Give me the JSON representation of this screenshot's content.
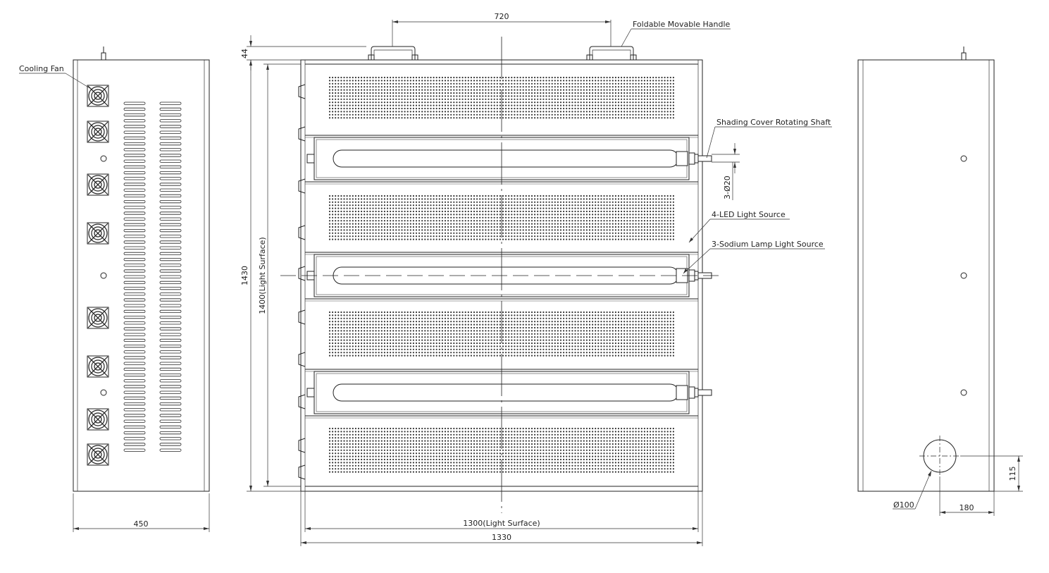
{
  "labels": {
    "cooling_fan": "Cooling Fan",
    "foldable_handle": "Foldable Movable Handle",
    "shading_shaft": "Shading Cover Rotating Shaft",
    "led_source": "4-LED Light Source",
    "sodium_source": "3-Sodium Lamp Light Source"
  },
  "dimensions": {
    "side_width": "450",
    "handle_span": "720",
    "top_gap": "44",
    "total_height": "1430",
    "light_height": "1400(Light Surface)",
    "light_width": "1300(Light Surface)",
    "total_width": "1330",
    "shaft_dia": "3-Ø20",
    "hole_dia": "Ø100",
    "hole_x": "180",
    "hole_y": "115"
  }
}
